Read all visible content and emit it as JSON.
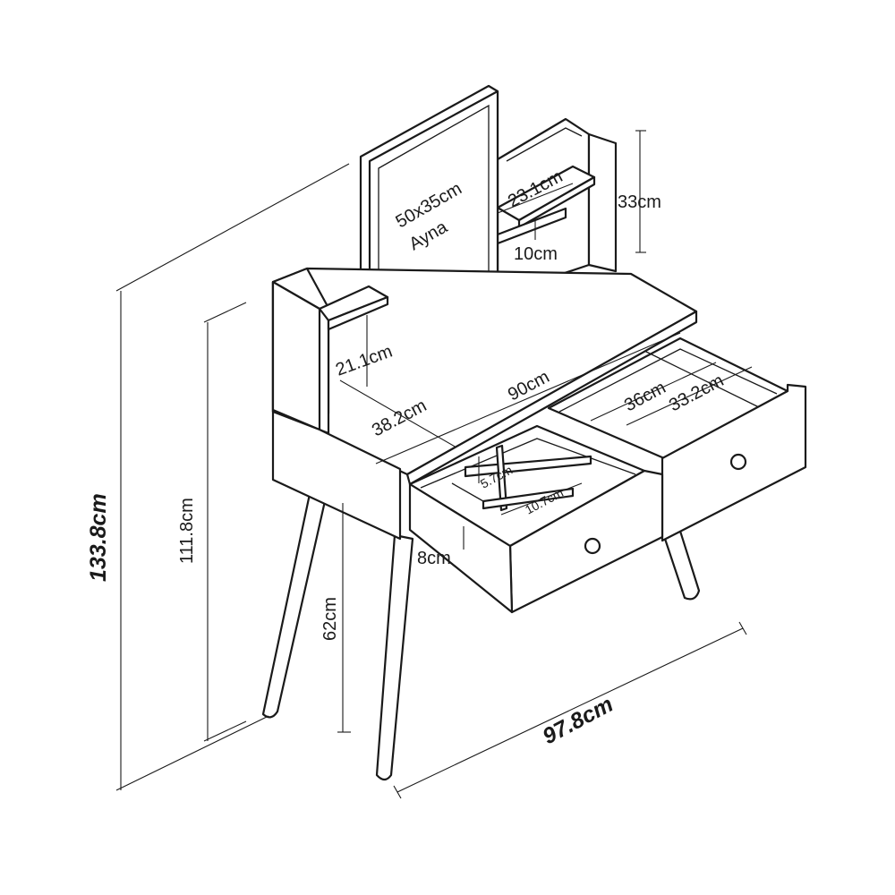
{
  "labels": {
    "total_height": "133.8cm",
    "table_height": "111.8cm",
    "leg_height": "62cm",
    "mirror_size": "50x35cm",
    "mirror_name": "Ayna",
    "shelf_width": "23.1cm",
    "upper_height": "33cm",
    "shelf_gap": "10cm",
    "left_shelf": "21.1cm",
    "table_width": "90cm",
    "depth": "38.2cm",
    "drawer_width": "36cm",
    "drawer_depth": "33.2cm",
    "divider_a": "5.7cm",
    "divider_b": "10.7cm",
    "drawer_height": "8cm",
    "overall_width": "97.8cm"
  }
}
